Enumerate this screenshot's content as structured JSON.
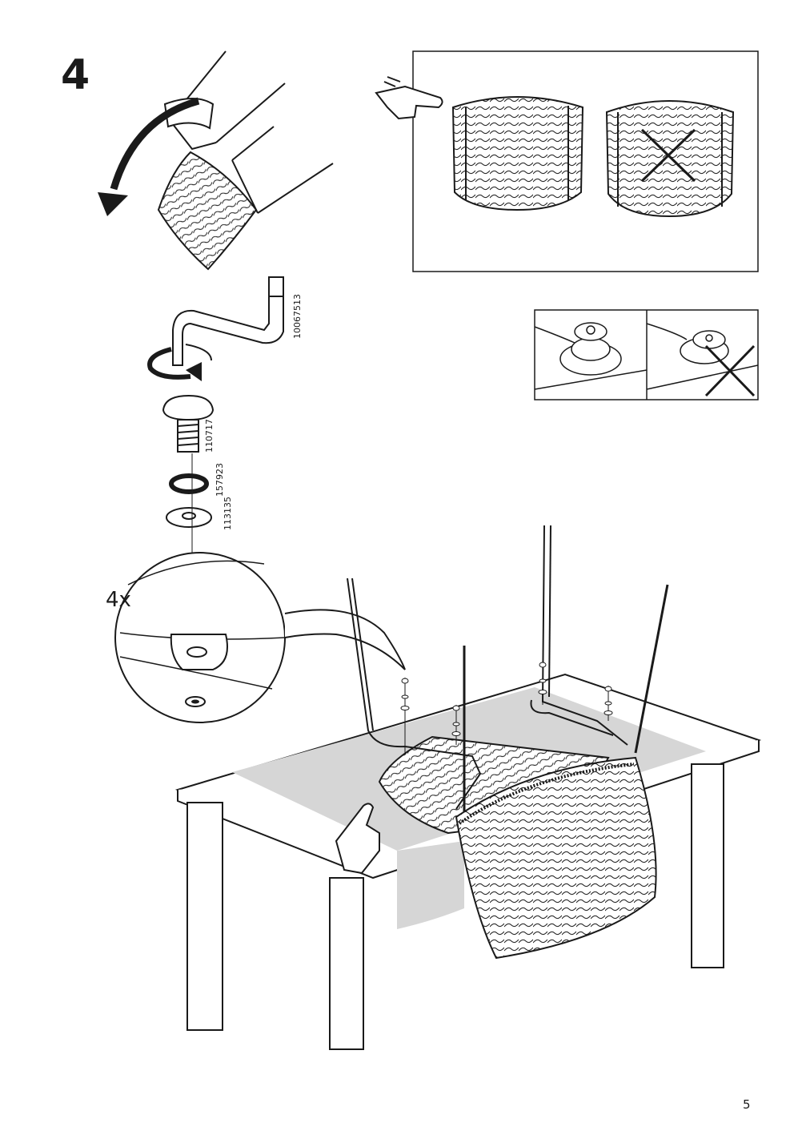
{
  "step": {
    "number": "4"
  },
  "parts": [
    {
      "id": "allen-key",
      "number": "10067513"
    },
    {
      "id": "bolt",
      "number": "110717"
    },
    {
      "id": "spring-washer",
      "number": "157923"
    },
    {
      "id": "flat-washer",
      "number": "113135"
    }
  ],
  "quantity": "4x",
  "page": {
    "number": "5"
  },
  "colors": {
    "line": "#1a1a1a",
    "runner": "#d6d6d6",
    "background": "#ffffff"
  }
}
